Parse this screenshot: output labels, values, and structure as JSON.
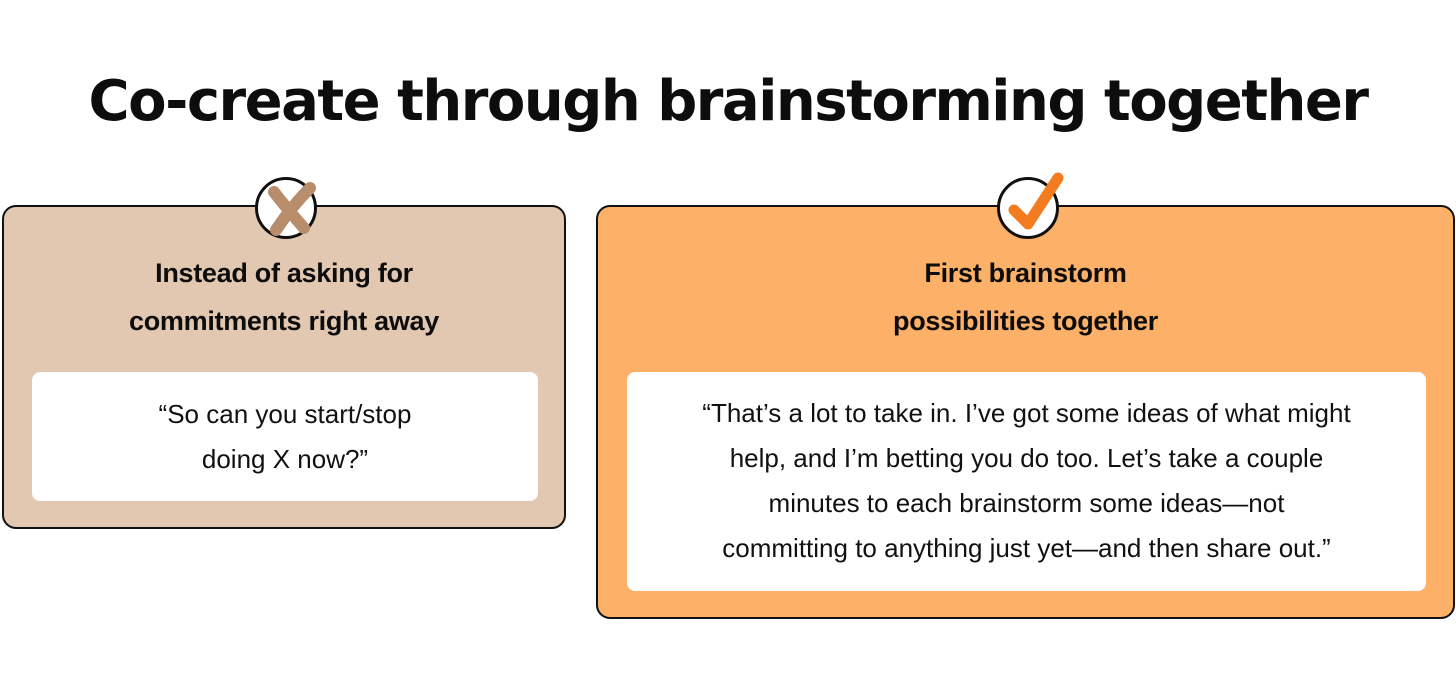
{
  "title": "Co-create through brainstorming together",
  "cards": {
    "dont": {
      "icon": "x-mark-icon",
      "heading_lines": [
        "Instead of asking for",
        "commitments right away"
      ],
      "quote_lines": [
        "“So can you start/stop",
        "doing X now?”"
      ]
    },
    "do": {
      "icon": "check-mark-icon",
      "heading_lines": [
        "First brainstorm",
        "possibilities together"
      ],
      "quote_lines": [
        "“That’s a lot to take in. I’ve got some ideas of what might",
        "help, and I’m betting you do too. Let’s take a couple",
        "minutes to each brainstorm some ideas—not",
        "committing to anything just yet—and then share out.”"
      ]
    }
  },
  "colors": {
    "dont_card": "#e3c8b1",
    "dont_mark": "#b88d6c",
    "do_card": "#fdb068",
    "do_mark": "#f47c20",
    "outline": "#111111"
  }
}
